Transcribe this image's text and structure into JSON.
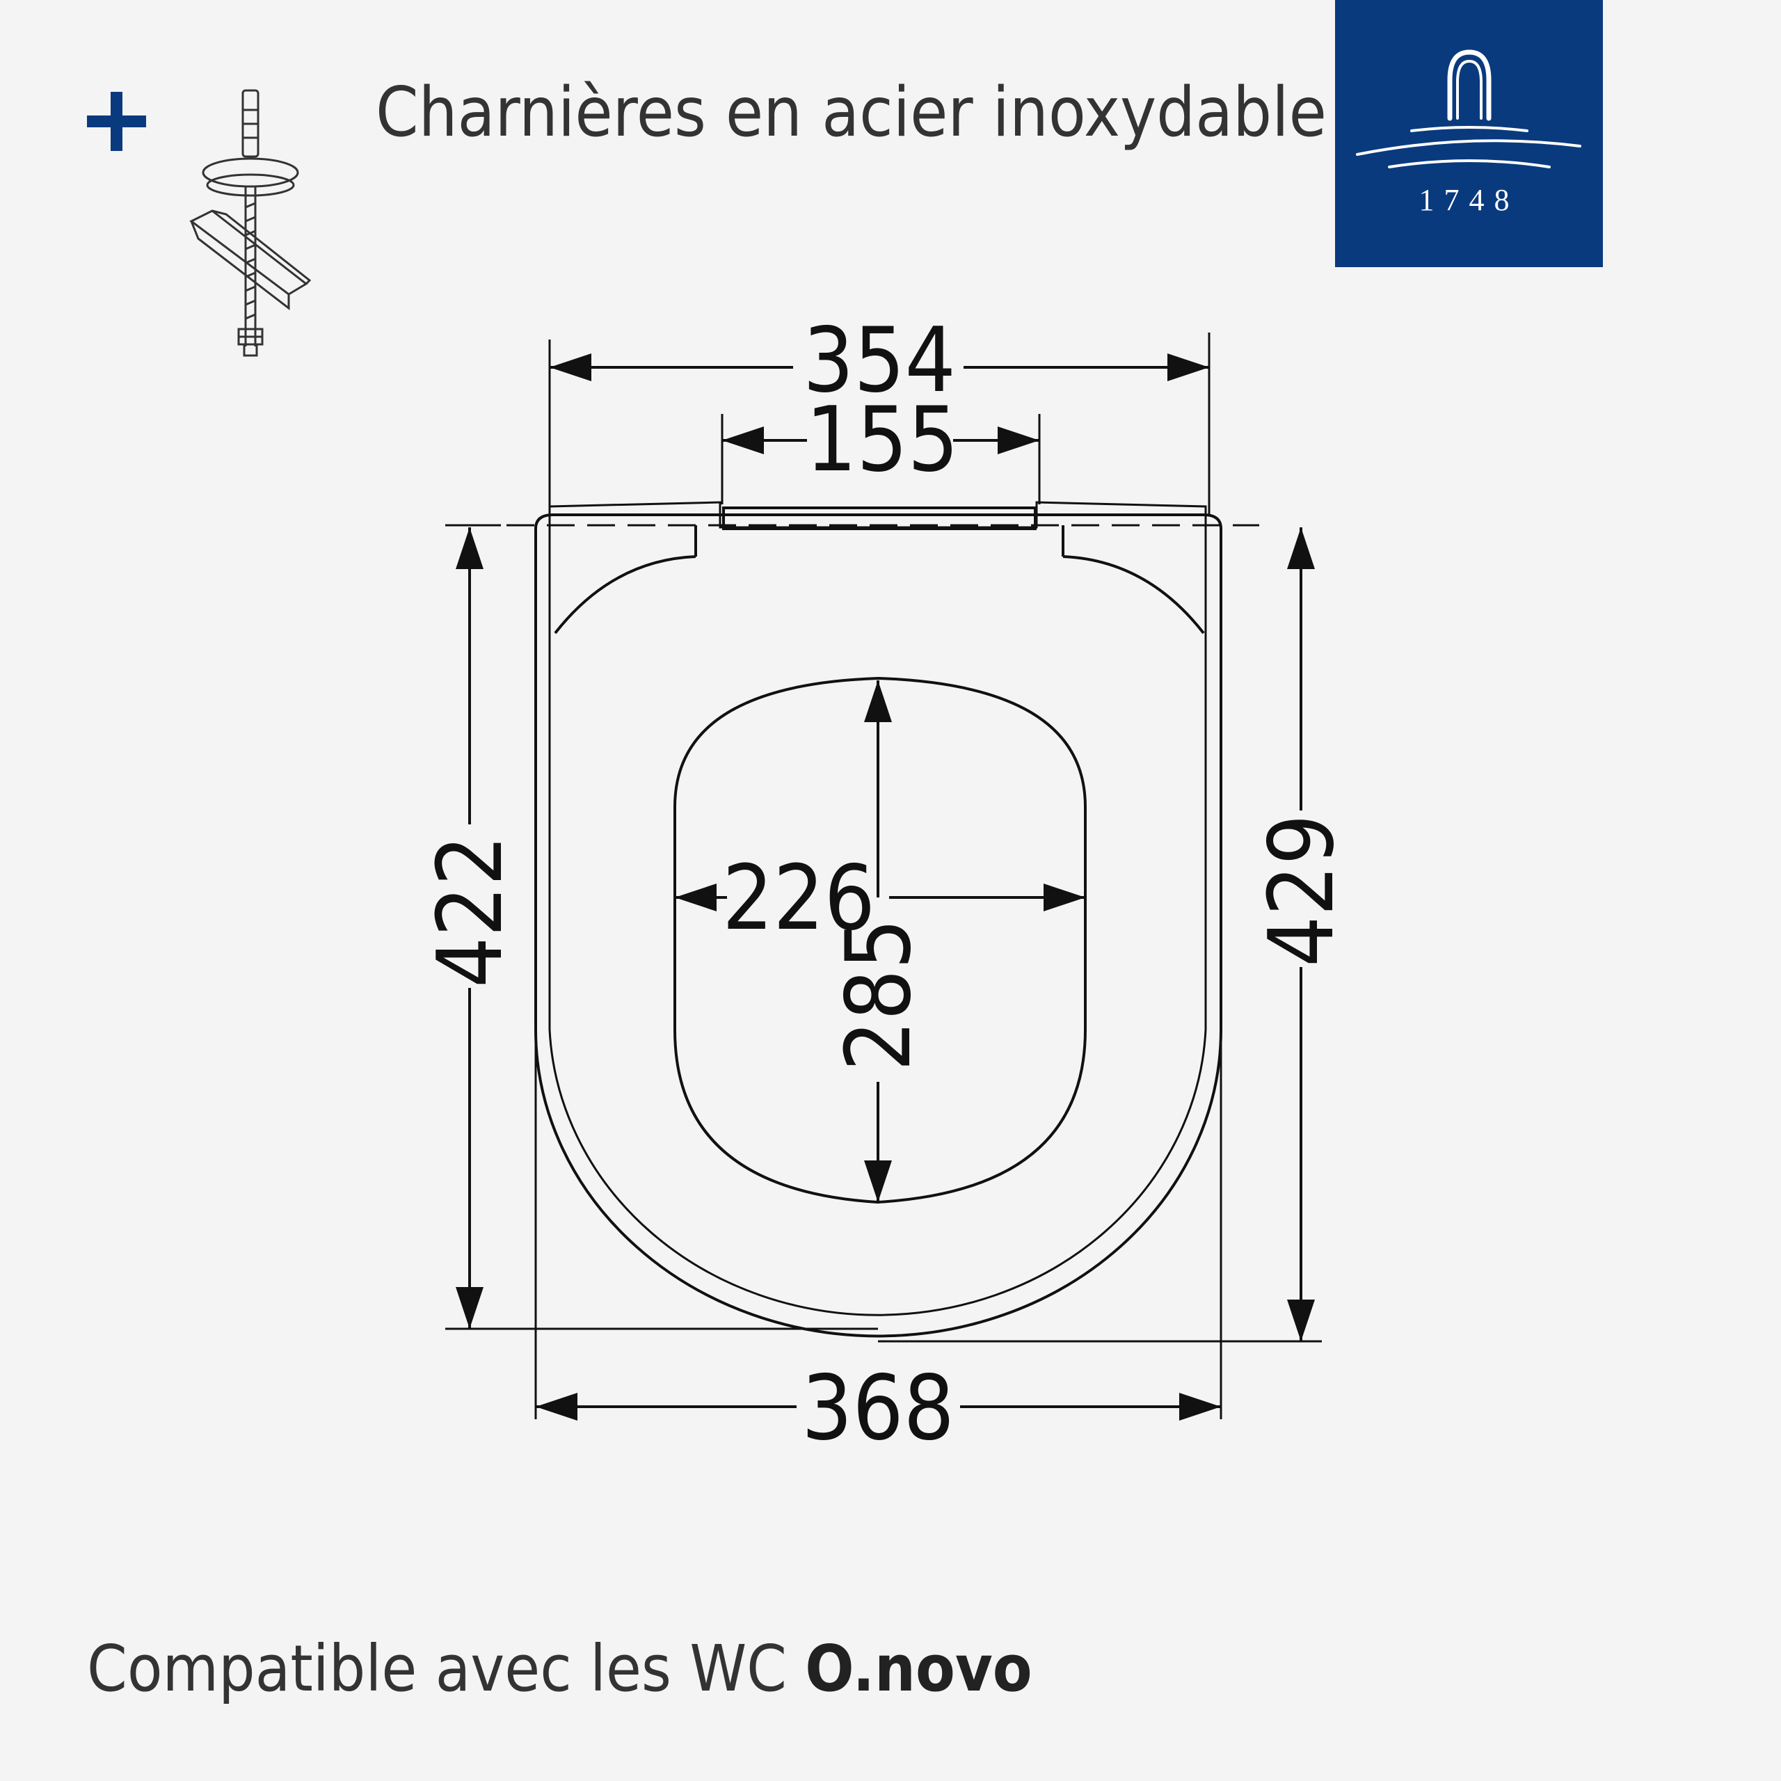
{
  "header": {
    "plus_sign": "+",
    "hinge_icon": "hinge-bolt-icon",
    "title": "Charnières en acier inoxydable"
  },
  "logo": {
    "icon": "fountain-arch-icon",
    "year": "1748",
    "background": "#0a3a7e"
  },
  "dimensions": {
    "outer_top_width": "354",
    "hinge_spacing": "155",
    "inner_width": "226",
    "inner_length": "285",
    "left_length": "422",
    "right_length": "429",
    "outer_bottom_width": "368"
  },
  "footer": {
    "text": "Compatible avec les WC ",
    "model": "O.novo"
  }
}
